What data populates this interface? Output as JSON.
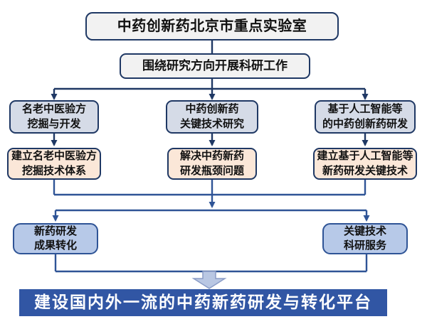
{
  "title_box": {
    "label": "中药创新药北京市重点实验室"
  },
  "goal_box": {
    "label": "围绕研究方向开展科研工作"
  },
  "columns": [
    {
      "direction": "名老中医验方\n挖掘与开发",
      "achievement": "建立名老中医验方\n挖掘技术体系"
    },
    {
      "direction": "中药创新药\n关键技术研究",
      "achievement": "解决中药新药\n研发瓶颈问题"
    },
    {
      "direction": "基于人工智能等\n的中药创新药研发",
      "achievement": "建立基于人工智能等\n新药研发关键技术"
    }
  ],
  "outputs": [
    {
      "label": "新药研发\n成果转化"
    },
    {
      "label": "关键技术\n科研服务"
    }
  ],
  "banner": {
    "label": "建设国内外一流的中药新药研发与转化平台"
  },
  "colors": {
    "dark_navy_border": "#1F3864",
    "bottom_line_blue": "#2F5496",
    "header_fill": "#F2F2F2",
    "direction_fill": "#D5DBE7",
    "achievement_fill": "#FBE7D8",
    "output_fill": "#B7C9E8",
    "banner_fill": "#3156A4",
    "block_arrow_fill": "#B9C7E3",
    "block_arrow_border": "#8A9CC6",
    "banner_text": "#FFFFFF"
  }
}
